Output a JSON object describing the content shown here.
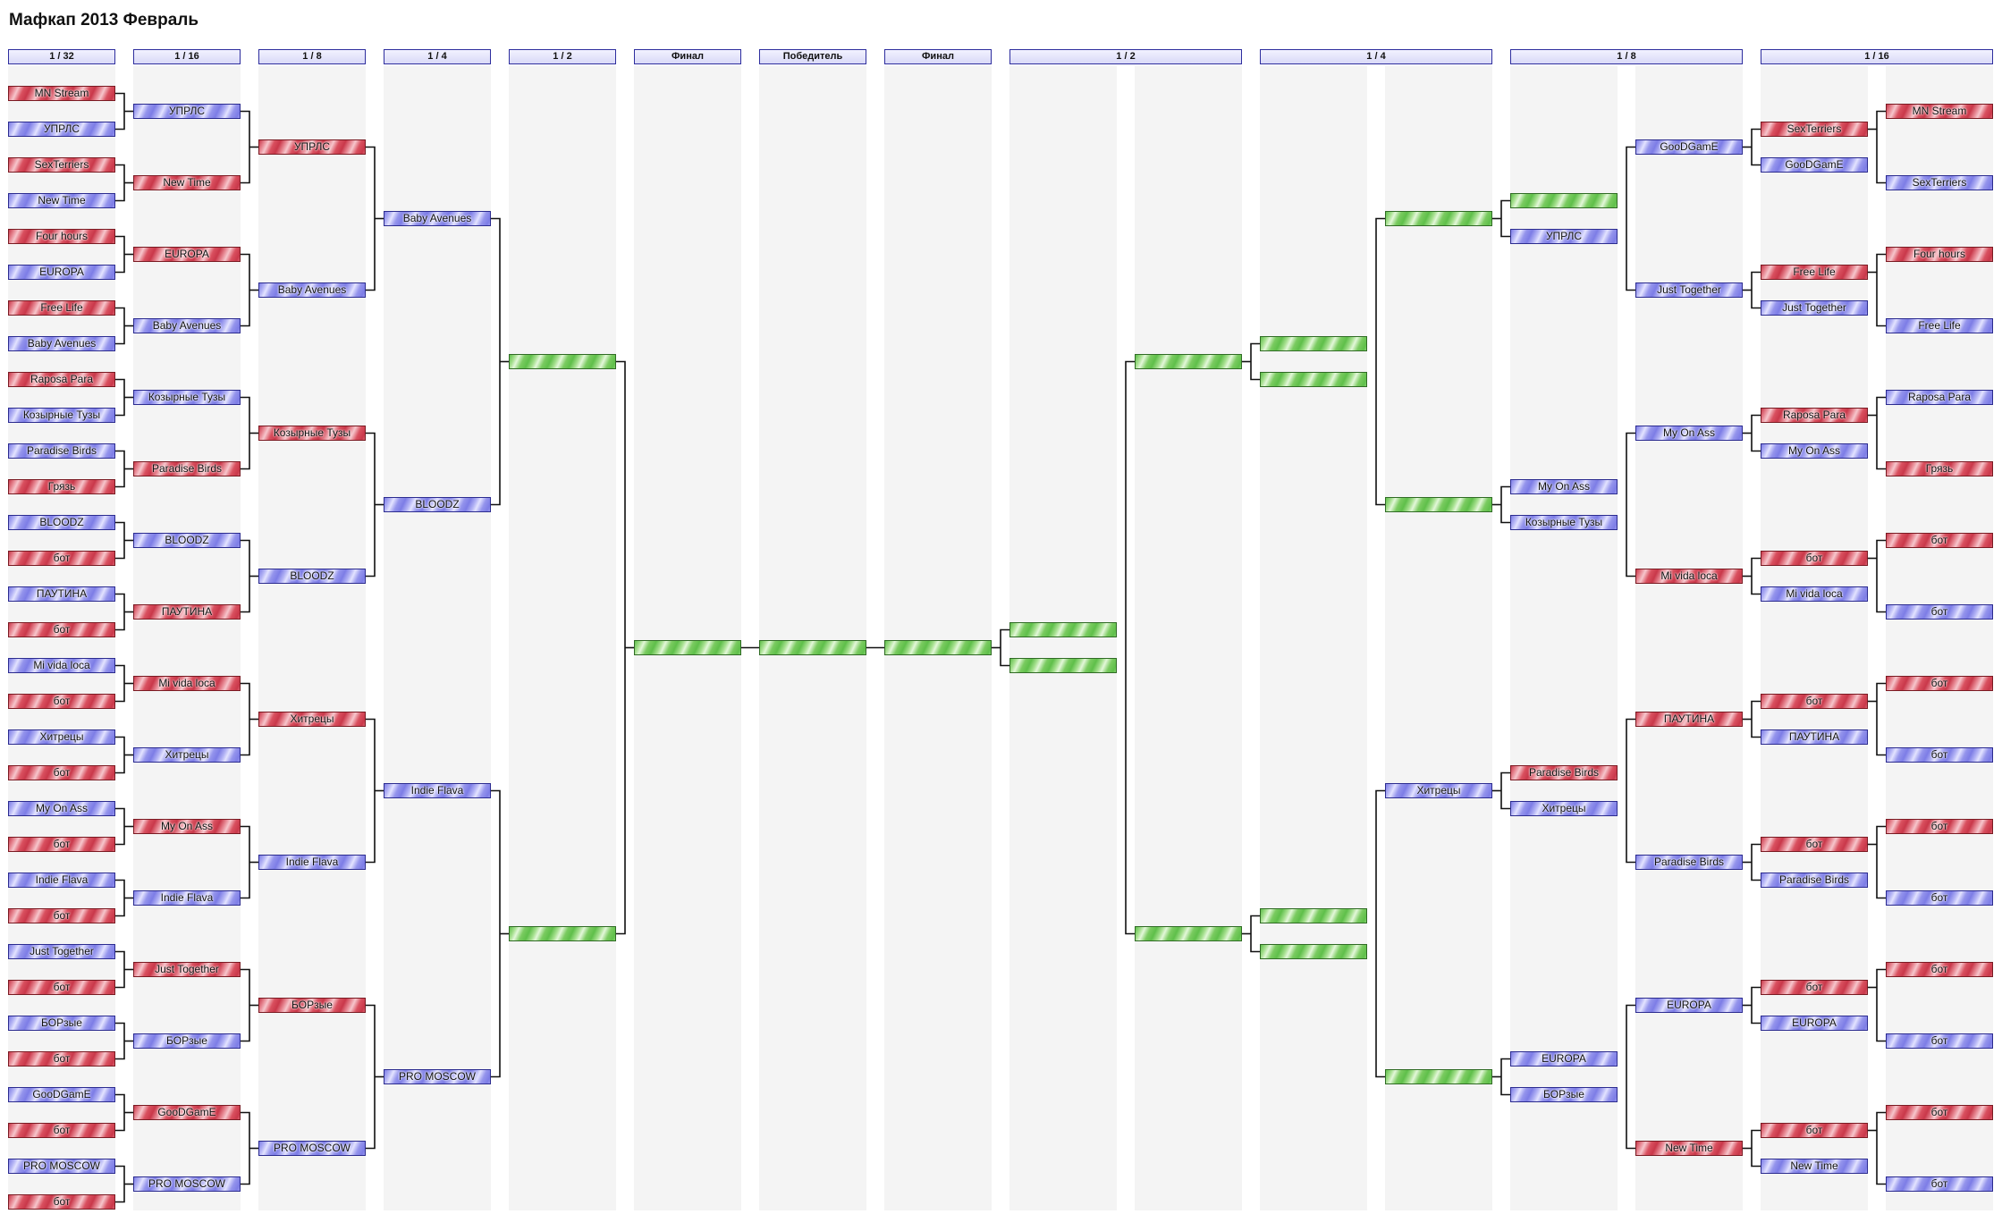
{
  "page": {
    "title": "Мафкап 2013 Февраль"
  },
  "headers": [
    "1 / 32",
    "1 / 16",
    "1 / 8",
    "1 / 4",
    "1 / 2",
    "Финал",
    "Победитель",
    "Финал",
    "1 / 2",
    "1 / 4",
    "1 / 8",
    "1 / 16"
  ],
  "colors": {
    "red": "#d9505f",
    "blue": "#8f8fea",
    "green": "#7acb60",
    "column_bg": "#f4f4f4",
    "header_border": "#2e2e9e"
  },
  "upper_bracket": {
    "r32": [
      {
        "name": "MN Stream",
        "color": "red"
      },
      {
        "name": "УПРЛС",
        "color": "blue"
      },
      {
        "name": "SexTerriers",
        "color": "red"
      },
      {
        "name": "New Time",
        "color": "blue"
      },
      {
        "name": "Four hours",
        "color": "red"
      },
      {
        "name": "EUROPA",
        "color": "blue"
      },
      {
        "name": "Free Life",
        "color": "red"
      },
      {
        "name": "Baby Avenues",
        "color": "blue"
      },
      {
        "name": "Raposa Para",
        "color": "red"
      },
      {
        "name": "Козырные Тузы",
        "color": "blue"
      },
      {
        "name": "Paradise Birds",
        "color": "blue"
      },
      {
        "name": "Грязь",
        "color": "red"
      },
      {
        "name": "BLOODZ",
        "color": "blue"
      },
      {
        "name": "бот",
        "color": "red"
      },
      {
        "name": "ПАУТИНА",
        "color": "blue"
      },
      {
        "name": "бот",
        "color": "red"
      },
      {
        "name": "Mi vida loca",
        "color": "blue"
      },
      {
        "name": "бот",
        "color": "red"
      },
      {
        "name": "Хитрецы",
        "color": "blue"
      },
      {
        "name": "бот",
        "color": "red"
      },
      {
        "name": "My On Ass",
        "color": "blue"
      },
      {
        "name": "бот",
        "color": "red"
      },
      {
        "name": "Indie Flava",
        "color": "blue"
      },
      {
        "name": "бот",
        "color": "red"
      },
      {
        "name": "Just Together",
        "color": "blue"
      },
      {
        "name": "бот",
        "color": "red"
      },
      {
        "name": "БОРзые",
        "color": "blue"
      },
      {
        "name": "бот",
        "color": "red"
      },
      {
        "name": "GooDGamE",
        "color": "blue"
      },
      {
        "name": "бот",
        "color": "red"
      },
      {
        "name": "PRO MOSCOW",
        "color": "blue"
      },
      {
        "name": "бот",
        "color": "red"
      }
    ],
    "r16": [
      {
        "name": "УПРЛС",
        "color": "blue"
      },
      {
        "name": "New Time",
        "color": "red"
      },
      {
        "name": "EUROPA",
        "color": "red"
      },
      {
        "name": "Baby Avenues",
        "color": "blue"
      },
      {
        "name": "Козырные Тузы",
        "color": "blue"
      },
      {
        "name": "Paradise Birds",
        "color": "red"
      },
      {
        "name": "BLOODZ",
        "color": "blue"
      },
      {
        "name": "ПАУТИНА",
        "color": "red"
      },
      {
        "name": "Mi vida loca",
        "color": "red"
      },
      {
        "name": "Хитрецы",
        "color": "blue"
      },
      {
        "name": "My On Ass",
        "color": "red"
      },
      {
        "name": "Indie Flava",
        "color": "blue"
      },
      {
        "name": "Just Together",
        "color": "red"
      },
      {
        "name": "БОРзые",
        "color": "blue"
      },
      {
        "name": "GooDGamE",
        "color": "red"
      },
      {
        "name": "PRO MOSCOW",
        "color": "blue"
      }
    ],
    "r8": [
      {
        "name": "УПРЛС",
        "color": "red"
      },
      {
        "name": "Baby Avenues",
        "color": "blue"
      },
      {
        "name": "Козырные Тузы",
        "color": "red"
      },
      {
        "name": "BLOODZ",
        "color": "blue"
      },
      {
        "name": "Хитрецы",
        "color": "red"
      },
      {
        "name": "Indie Flava",
        "color": "blue"
      },
      {
        "name": "БОРзые",
        "color": "red"
      },
      {
        "name": "PRO MOSCOW",
        "color": "blue"
      }
    ],
    "r4": [
      {
        "name": "Baby Avenues",
        "color": "blue"
      },
      {
        "name": "BLOODZ",
        "color": "blue"
      },
      {
        "name": "Indie Flava",
        "color": "blue"
      },
      {
        "name": "PRO MOSCOW",
        "color": "blue"
      }
    ],
    "r2": [
      {
        "name": "",
        "color": "green"
      },
      {
        "name": "",
        "color": "green"
      }
    ],
    "final": {
      "name": "",
      "color": "green"
    }
  },
  "winner": {
    "name": "",
    "color": "green"
  },
  "lower_bracket": {
    "final": {
      "name": "",
      "color": "green"
    },
    "semi_top": [
      {
        "name": "",
        "color": "green"
      },
      {
        "name": "",
        "color": "green"
      }
    ],
    "semi_winners": [
      {
        "name": "",
        "color": "green"
      },
      {
        "name": "",
        "color": "green"
      }
    ],
    "quarter_pairs": [
      {
        "name": "",
        "color": "green"
      },
      {
        "name": "",
        "color": "green"
      },
      {
        "name": "",
        "color": "green"
      },
      {
        "name": "",
        "color": "green"
      }
    ],
    "quarter_winners": [
      {
        "name": "",
        "color": "green"
      },
      {
        "name": "",
        "color": "green"
      },
      {
        "name": "Хитрецы",
        "color": "blue"
      },
      {
        "name": "",
        "color": "green"
      }
    ],
    "r8_pairs": [
      {
        "name": "",
        "color": "green"
      },
      {
        "name": "УПРЛС",
        "color": "blue"
      },
      {
        "name": "My On Ass",
        "color": "blue"
      },
      {
        "name": "Козырные Тузы",
        "color": "blue"
      },
      {
        "name": "Paradise Birds",
        "color": "red"
      },
      {
        "name": "Хитрецы",
        "color": "blue"
      },
      {
        "name": "EUROPA",
        "color": "blue"
      },
      {
        "name": "БОРзые",
        "color": "blue"
      }
    ],
    "r8_winners": [
      {
        "name": "GooDGamE",
        "color": "blue"
      },
      {
        "name": "Just Together",
        "color": "blue"
      },
      {
        "name": "My On Ass",
        "color": "blue"
      },
      {
        "name": "Mi vida loca",
        "color": "red"
      },
      {
        "name": "ПАУТИНА",
        "color": "red"
      },
      {
        "name": "Paradise Birds",
        "color": "blue"
      },
      {
        "name": "EUROPA",
        "color": "blue"
      },
      {
        "name": "New Time",
        "color": "red"
      }
    ],
    "r16_pairs": [
      {
        "name": "SexTerriers",
        "color": "red"
      },
      {
        "name": "GooDGamE",
        "color": "blue"
      },
      {
        "name": "Free Life",
        "color": "red"
      },
      {
        "name": "Just Together",
        "color": "blue"
      },
      {
        "name": "Raposa Para",
        "color": "red"
      },
      {
        "name": "My On Ass",
        "color": "blue"
      },
      {
        "name": "бот",
        "color": "red"
      },
      {
        "name": "Mi vida loca",
        "color": "blue"
      },
      {
        "name": "бот",
        "color": "red"
      },
      {
        "name": "ПАУТИНА",
        "color": "blue"
      },
      {
        "name": "бот",
        "color": "red"
      },
      {
        "name": "Paradise Birds",
        "color": "blue"
      },
      {
        "name": "бот",
        "color": "red"
      },
      {
        "name": "EUROPA",
        "color": "blue"
      },
      {
        "name": "бот",
        "color": "red"
      },
      {
        "name": "New Time",
        "color": "blue"
      }
    ],
    "r16_entrants": [
      {
        "name": "MN Stream",
        "color": "red"
      },
      {
        "name": "SexTerriers",
        "color": "blue"
      },
      {
        "name": "Four hours",
        "color": "red"
      },
      {
        "name": "Free Life",
        "color": "blue"
      },
      {
        "name": "Raposa Para",
        "color": "blue"
      },
      {
        "name": "Грязь",
        "color": "red"
      },
      {
        "name": "бот",
        "color": "red"
      },
      {
        "name": "бот",
        "color": "blue"
      },
      {
        "name": "бот",
        "color": "red"
      },
      {
        "name": "бот",
        "color": "blue"
      },
      {
        "name": "бот",
        "color": "red"
      },
      {
        "name": "бот",
        "color": "blue"
      },
      {
        "name": "бот",
        "color": "red"
      },
      {
        "name": "бот",
        "color": "blue"
      },
      {
        "name": "бот",
        "color": "red"
      },
      {
        "name": "бот",
        "color": "blue"
      }
    ]
  }
}
